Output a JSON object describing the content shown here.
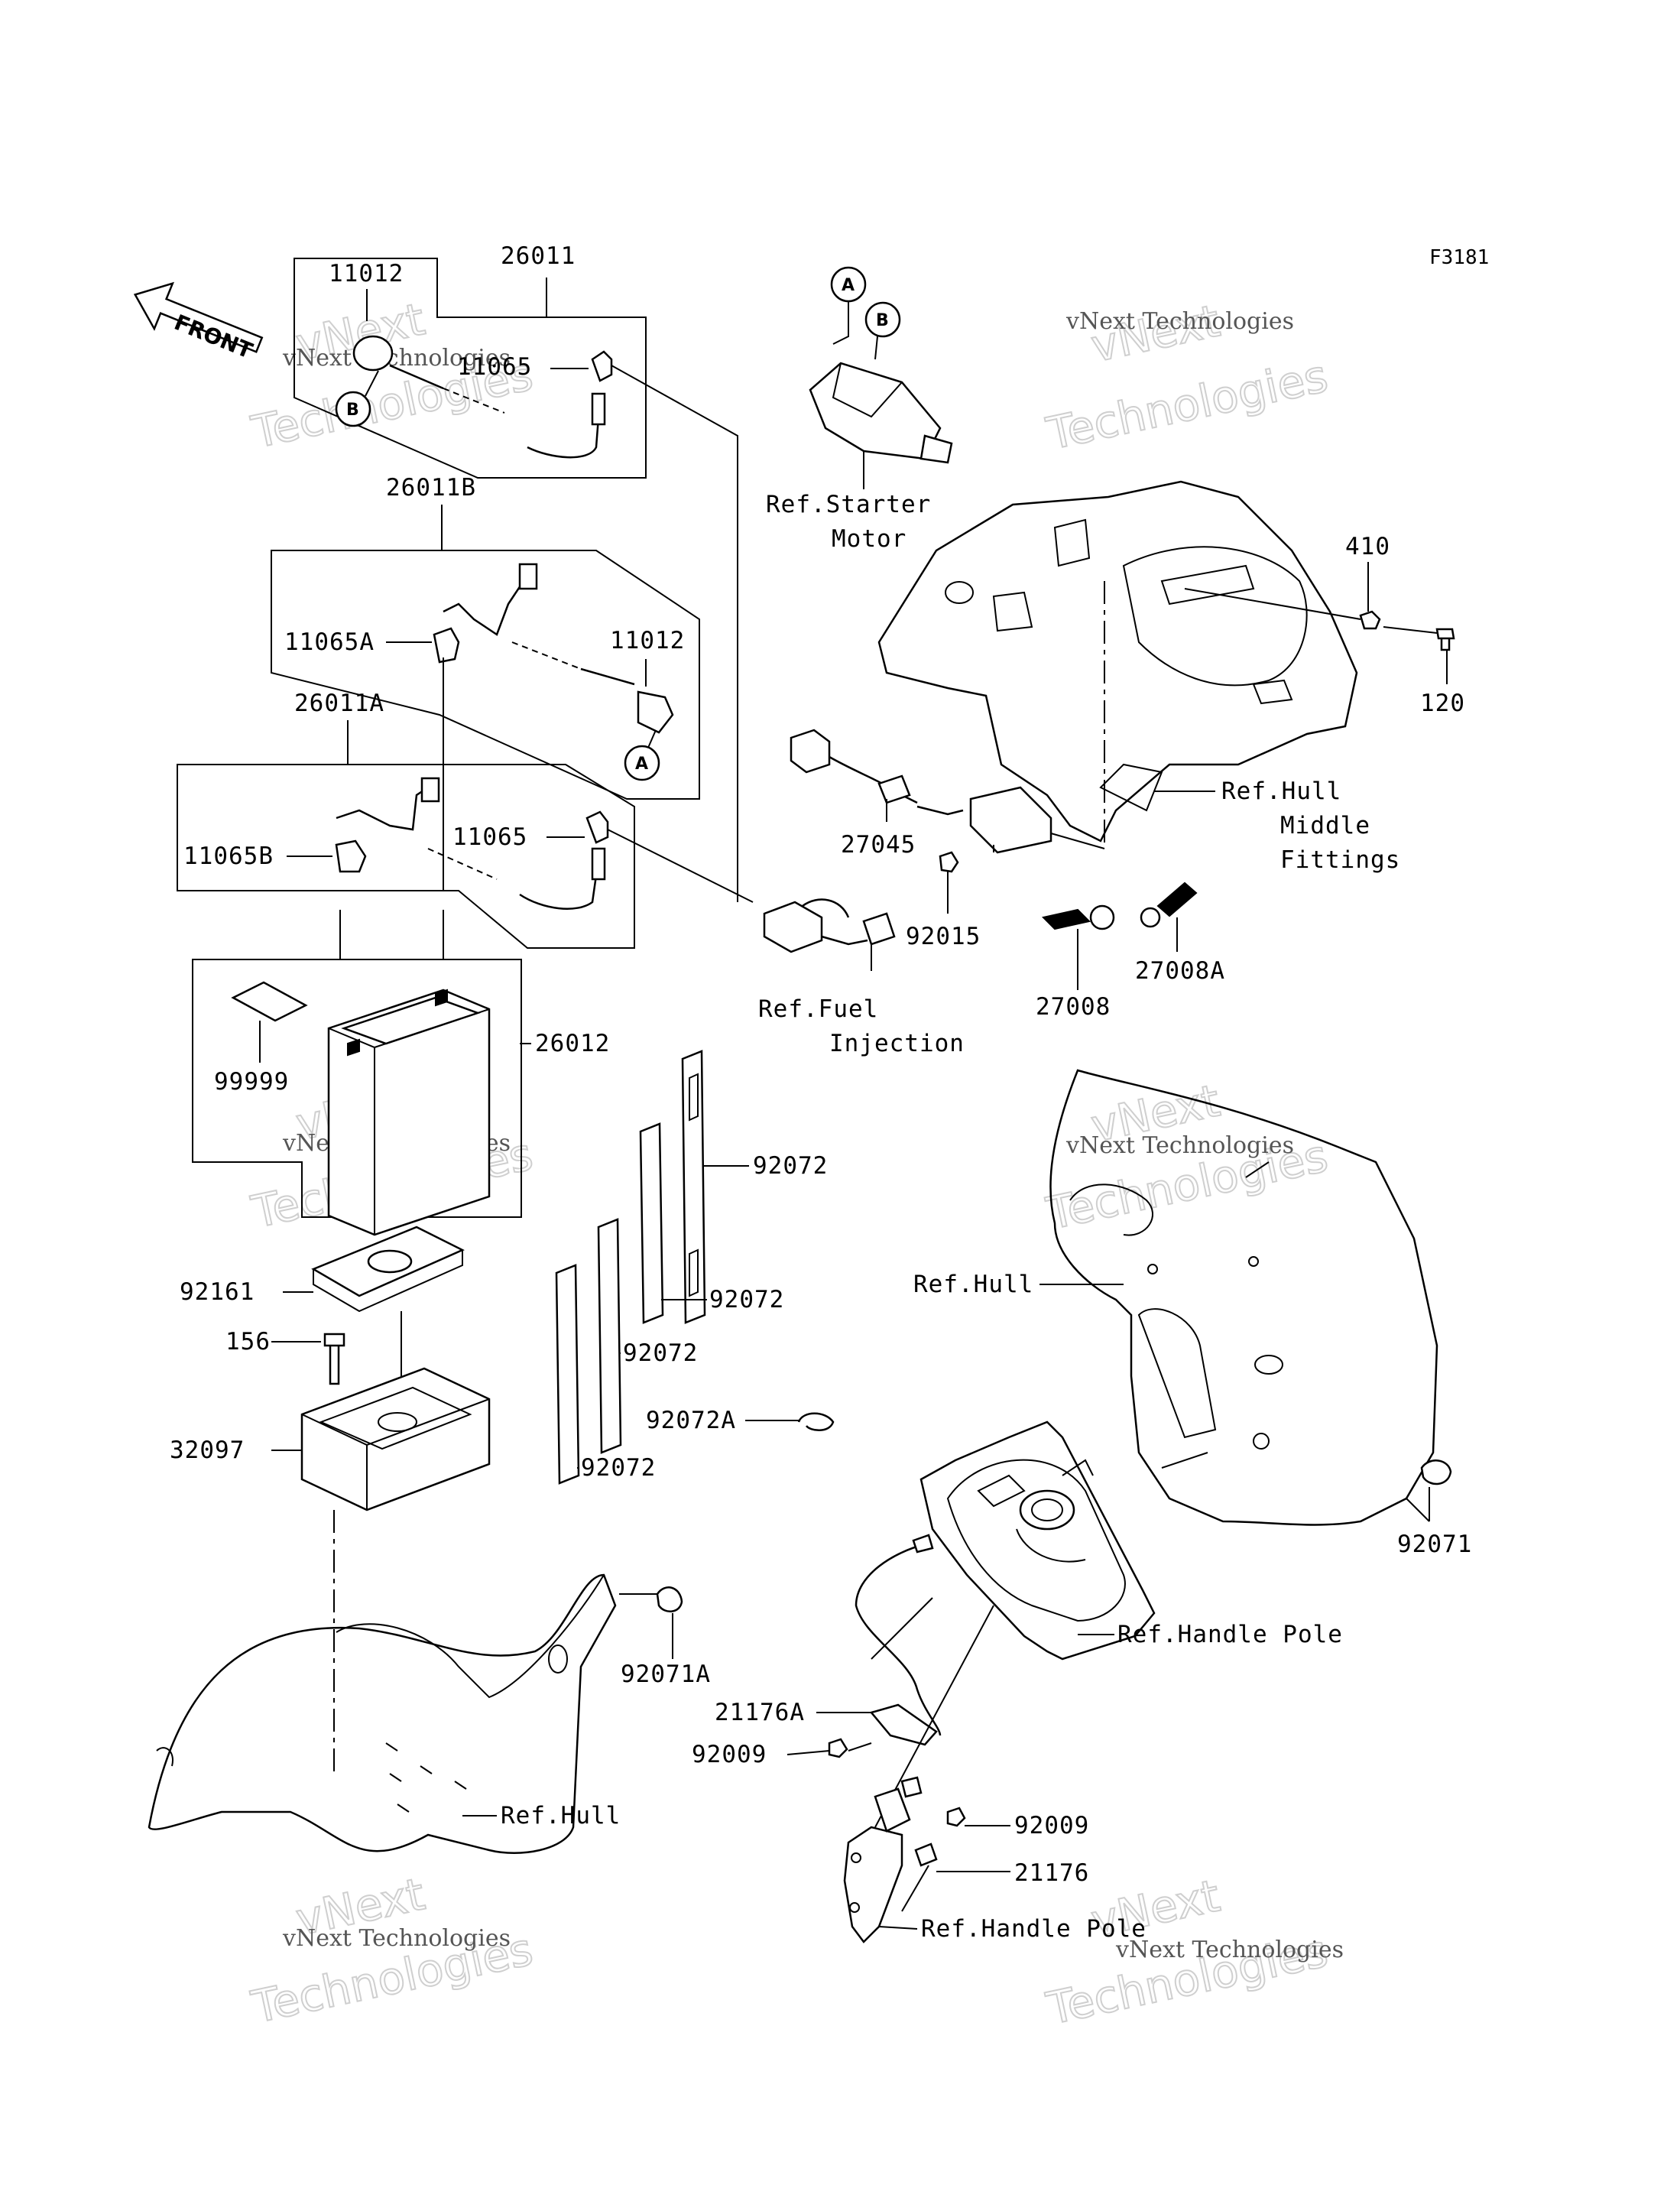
{
  "figure_code": "F3181",
  "front_label": "FRONT",
  "watermark": {
    "big_line1": "vNext",
    "big_line2": "Technologies",
    "small": "vNext Technologies"
  },
  "callouts": {
    "A": "A",
    "B": "B"
  },
  "parts": {
    "p26011": "26011",
    "p11012_top": "11012",
    "p11065_top": "11065",
    "p26011B": "26011B",
    "p11065A": "11065A",
    "p11012_mid": "11012",
    "p26011A": "26011A",
    "p11065B": "11065B",
    "p11065_mid": "11065",
    "p26012": "26012",
    "p99999": "99999",
    "p92161": "92161",
    "p156": "156",
    "p32097": "32097",
    "p92072_a": "92072",
    "p92072_b": "92072",
    "p92072_c": "92072",
    "p92072_d": "92072",
    "p92072A": "92072A",
    "p92071A": "92071A",
    "p410": "410",
    "p120": "120",
    "p27045": "27045",
    "p92015": "92015",
    "p27008": "27008",
    "p27008A": "27008A",
    "p92071": "92071",
    "p21176A": "21176A",
    "p92009_a": "92009",
    "p92009_b": "92009",
    "p21176": "21176"
  },
  "references": {
    "starter_line1": "Ref.Starter",
    "starter_line2": "Motor",
    "hull_mid_line1": "Ref.Hull",
    "hull_mid_line2": "Middle",
    "hull_mid_line3": "Fittings",
    "fuel_line1": "Ref.Fuel",
    "fuel_line2": "Injection",
    "hull_right": "Ref.Hull",
    "handle_pole_right": "Ref.Handle Pole",
    "hull_bottom": "Ref.Hull",
    "handle_pole_bottom": "Ref.Handle Pole"
  }
}
